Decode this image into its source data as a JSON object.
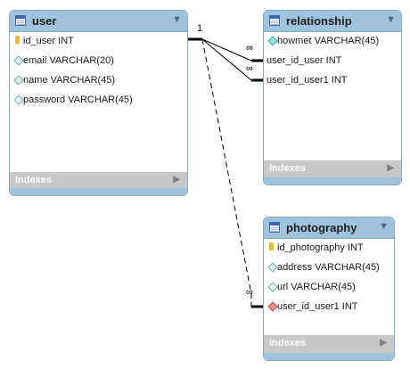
{
  "tables": {
    "user": {
      "name": "user",
      "columns": [
        {
          "icon": "primary-key-icon",
          "text": "id_user INT"
        },
        {
          "icon": "column-diamond-icon",
          "text": "email VARCHAR(20)"
        },
        {
          "icon": "column-diamond-icon",
          "text": "name VARCHAR(45)"
        },
        {
          "icon": "column-diamond-icon",
          "text": "password VARCHAR(45)"
        }
      ],
      "indexes_label": "Indexes"
    },
    "relationship": {
      "name": "relationship",
      "columns": [
        {
          "icon": "column-filled-diamond-icon",
          "text": "howmet VARCHAR(45)"
        },
        {
          "icon": "none",
          "text": "user_id_user INT"
        },
        {
          "icon": "none",
          "text": "user_id_user1 INT"
        }
      ],
      "indexes_label": "Indexes"
    },
    "photography": {
      "name": "photography",
      "columns": [
        {
          "icon": "primary-key-icon",
          "text": "id_photography INT"
        },
        {
          "icon": "column-diamond-icon",
          "text": "address VARCHAR(45)"
        },
        {
          "icon": "column-diamond-icon",
          "text": "url VARCHAR(45)"
        },
        {
          "icon": "foreign-key-icon",
          "text": "user_id_user1 INT"
        }
      ],
      "indexes_label": "Indexes"
    }
  },
  "relations": {
    "one_label": "1",
    "many_label_1": "∞",
    "many_label_2": "∞",
    "many_label_3": "∞"
  }
}
